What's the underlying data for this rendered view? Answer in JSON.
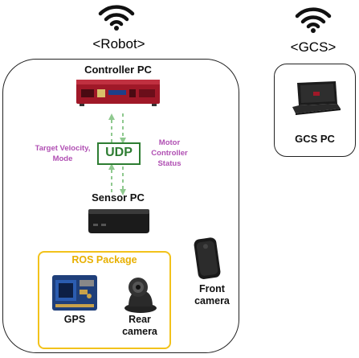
{
  "robot": {
    "title": "<Robot>",
    "controller_pc": "Controller PC",
    "udp": "UDP",
    "target_label": "Target Velocity,\nMode",
    "motor_label": "Motor\nController\nStatus",
    "sensor_pc": "Sensor PC",
    "ros_package": "ROS Package",
    "gps": "GPS",
    "rear_camera": "Rear\ncamera",
    "front_camera": "Front\ncamera"
  },
  "gcs": {
    "title": "<GCS>",
    "gcs_pc": "GCS PC"
  },
  "colors": {
    "udp_green": "#2e7d32",
    "label_purple": "#b04fb3",
    "ros_yellow": "#f2c21b",
    "arrow_green": "#8fc98f",
    "controller_red": "#a01828"
  },
  "icons": [
    "wifi-icon",
    "controller-pc-icon",
    "sensor-pc-icon",
    "gps-module-icon",
    "rear-camera-icon",
    "front-camera-icon",
    "laptop-icon"
  ]
}
